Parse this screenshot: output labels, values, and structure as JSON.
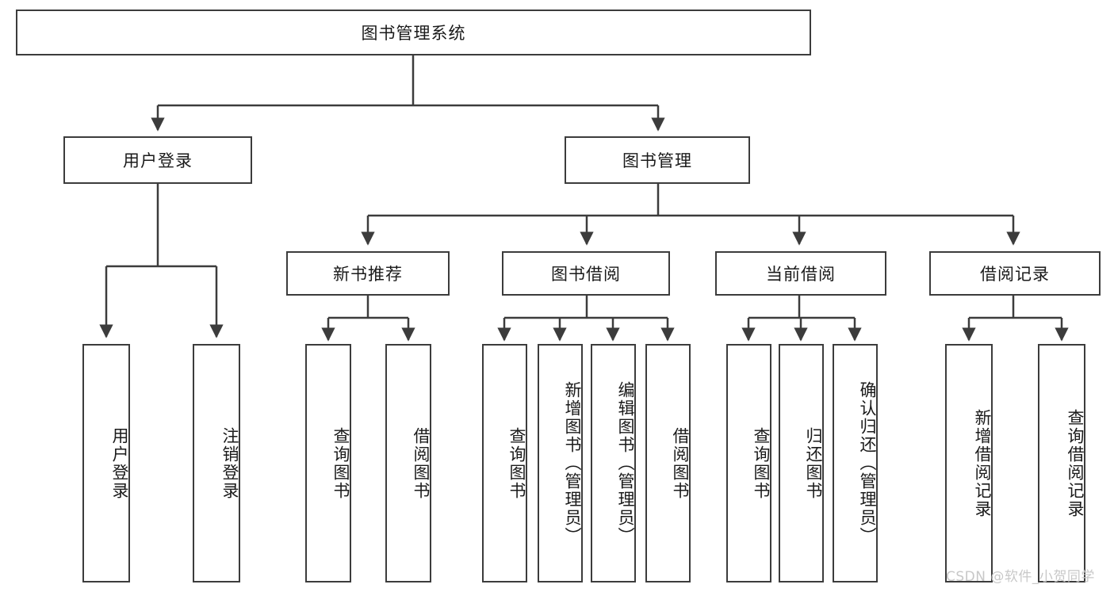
{
  "diagram": {
    "title_node": {
      "label": "图书管理系统"
    },
    "level2": [
      {
        "id": "user-login",
        "label": "用户登录"
      },
      {
        "id": "book-management",
        "label": "图书管理"
      }
    ],
    "level3": [
      {
        "id": "new-book-recommend",
        "label": "新书推荐"
      },
      {
        "id": "book-borrow",
        "label": "图书借阅"
      },
      {
        "id": "current-borrow",
        "label": "当前借阅"
      },
      {
        "id": "borrow-record",
        "label": "借阅记录"
      }
    ],
    "leaves": {
      "user_login": [
        {
          "id": "leaf-user-login",
          "label": "用户登录"
        },
        {
          "id": "leaf-logout-login",
          "label": "注销登录"
        }
      ],
      "new_book_recommend": [
        {
          "id": "leaf-query-book-1",
          "label": "查询图书"
        },
        {
          "id": "leaf-borrow-book-1",
          "label": "借阅图书"
        }
      ],
      "book_borrow": [
        {
          "id": "leaf-query-book-2",
          "label": "查询图书"
        },
        {
          "id": "leaf-add-book",
          "label": "新增图书（管理员）"
        },
        {
          "id": "leaf-edit-book",
          "label": "编辑图书（管理员）"
        },
        {
          "id": "leaf-borrow-book-2",
          "label": "借阅图书"
        }
      ],
      "current_borrow": [
        {
          "id": "leaf-query-book-3",
          "label": "查询图书"
        },
        {
          "id": "leaf-return-book",
          "label": "归还图书"
        },
        {
          "id": "leaf-confirm-return",
          "label": "确认归还（管理员）"
        }
      ],
      "borrow_record": [
        {
          "id": "leaf-add-record",
          "label": "新增借阅记录"
        },
        {
          "id": "leaf-query-record",
          "label": "查询借阅记录"
        }
      ]
    }
  },
  "watermark": {
    "text": "CSDN @软件_小贺同学"
  },
  "colors": {
    "stroke": "#3c3c3c",
    "box_fill": "#ffffff",
    "text": "#1a1a1a",
    "watermark": "#c8c8c8",
    "background": "#ffffff"
  }
}
